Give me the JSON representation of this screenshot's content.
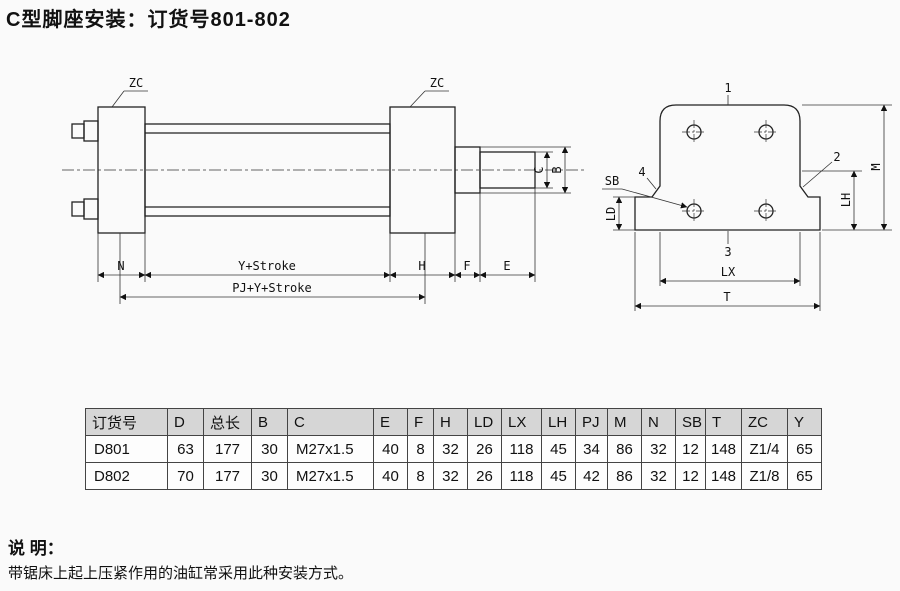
{
  "page": {
    "title": "C型脚座安装：订货号801-802",
    "note_title": "说 明：",
    "note_body": "带锯床上起上压紧作用的油缸常采用此种安装方式。"
  },
  "drawing": {
    "cylinder": {
      "labels": {
        "zc_left": "ZC",
        "zc_right": "ZC",
        "c": "C",
        "b": "B",
        "n": "N",
        "y_stroke": "Y+Stroke",
        "h": "H",
        "f": "F",
        "e": "E",
        "pj": "PJ+Y+Stroke"
      }
    },
    "bracket": {
      "labels": {
        "p1": "1",
        "p2": "2",
        "p3": "3",
        "p4": "4",
        "sb": "SB",
        "ld": "LD",
        "lx": "LX",
        "t": "T",
        "lh": "LH",
        "m": "M"
      }
    }
  },
  "table": {
    "headers": [
      "订货号",
      "D",
      "总长",
      "B",
      "C",
      "E",
      "F",
      "H",
      "LD",
      "LX",
      "LH",
      "PJ",
      "M",
      "N",
      "SB",
      "T",
      "ZC",
      "Y"
    ],
    "rows": [
      [
        "D801",
        "63",
        "177",
        "30",
        "M27x1.5",
        "40",
        "8",
        "32",
        "26",
        "118",
        "45",
        "34",
        "86",
        "32",
        "12",
        "148",
        "Z1/4",
        "65"
      ],
      [
        "D802",
        "70",
        "177",
        "30",
        "M27x1.5",
        "40",
        "8",
        "32",
        "26",
        "118",
        "45",
        "42",
        "86",
        "32",
        "12",
        "148",
        "Z1/8",
        "65"
      ]
    ]
  }
}
